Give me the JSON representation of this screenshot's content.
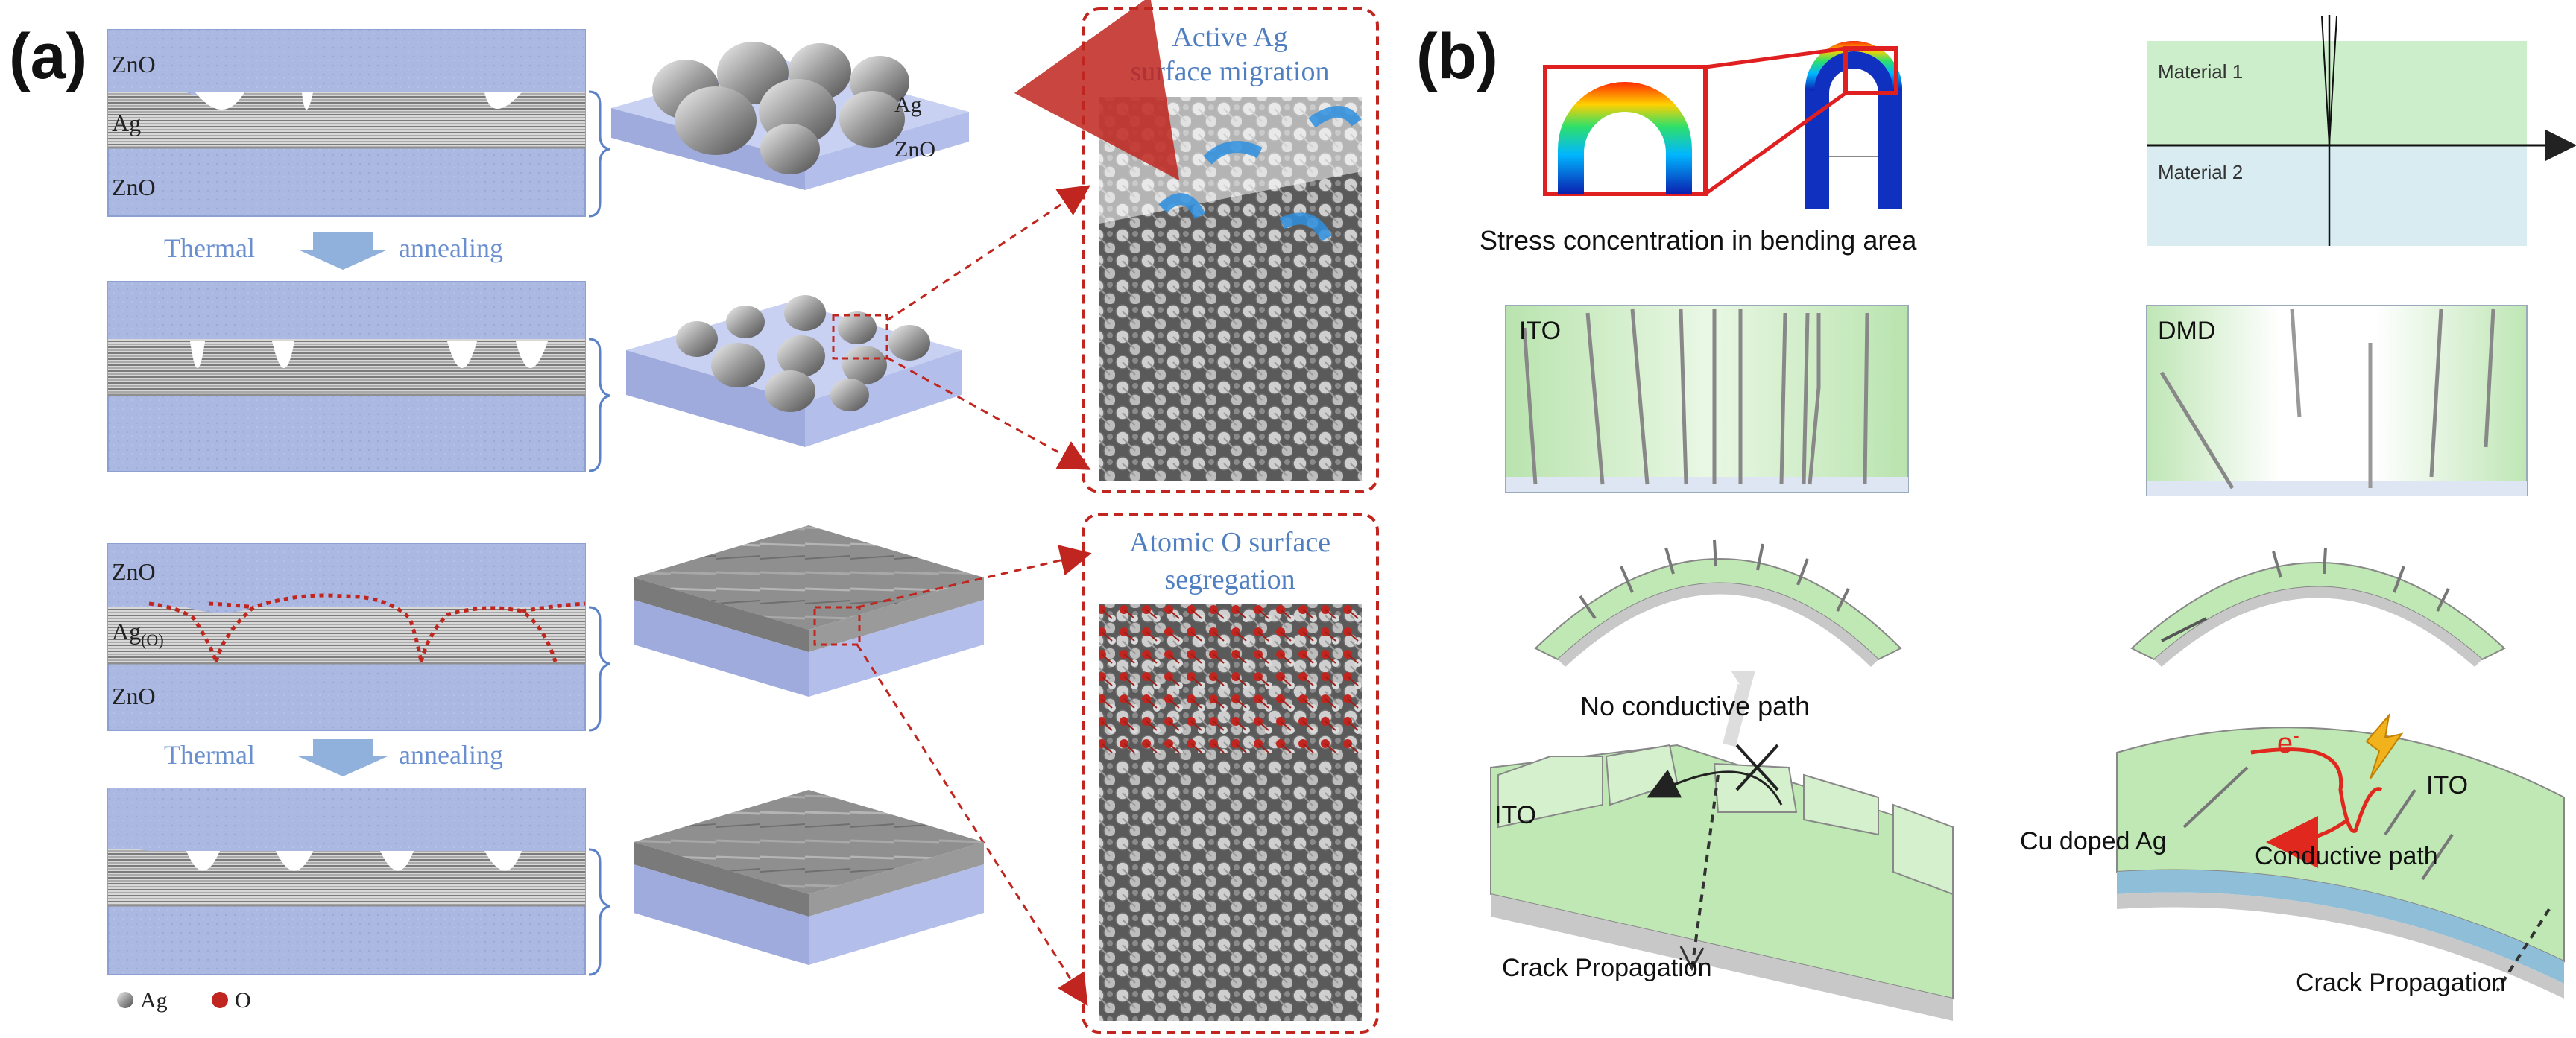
{
  "panel_a": {
    "label": "(a)",
    "layer_labels": {
      "zno_top": "ZnO",
      "ag": "Ag",
      "zno_bottom": "ZnO",
      "ag_3d": "Ag",
      "zno_3d": "ZnO",
      "zno_top_2": "ZnO",
      "ag_o_base": "Ag",
      "ag_o_sub": "(O)",
      "zno_bottom_2": "ZnO"
    },
    "process_1": {
      "left": "Thermal",
      "right": "annealing"
    },
    "process_2": {
      "left": "Thermal",
      "right": "annealing"
    },
    "zoom_top": {
      "line1": "Active Ag",
      "line2": "surface migration"
    },
    "zoom_bottom": {
      "line1": "Atomic O surface",
      "line2": "segregation"
    },
    "legend": {
      "ag": "Ag",
      "o": "O"
    },
    "colors": {
      "substrate": "#a9b7e0",
      "ag_atom": "#8d8d8d",
      "o_atom": "#c0261f",
      "zoom_border": "#c0261f",
      "zoom_title": "#4f7fc0",
      "arrow": "#8fb1dc"
    }
  },
  "panel_b": {
    "label": "(b)",
    "stress_caption": "Stress concentration in bending area",
    "material_1": "Material 1",
    "material_2": "Material 2",
    "ito_label": "ITO",
    "dmd_label": "DMD",
    "no_path": "No conductive path",
    "ito_bottom_left": "ITO",
    "crack_left": "Crack Propagation",
    "electron_base": "e",
    "electron_sup": "-",
    "ito_bottom_right": "ITO",
    "cu_doped": "Cu doped Ag",
    "conductive_path": "Conductive path",
    "crack_right": "Crack Propagation",
    "colors": {
      "film_green": "#cfeec6",
      "material_1": "#cdeecb",
      "material_2": "#d9ecf1",
      "path_red": "#e0281e",
      "bolt": "#f2b21c",
      "bracket_red": "#e02020"
    }
  }
}
